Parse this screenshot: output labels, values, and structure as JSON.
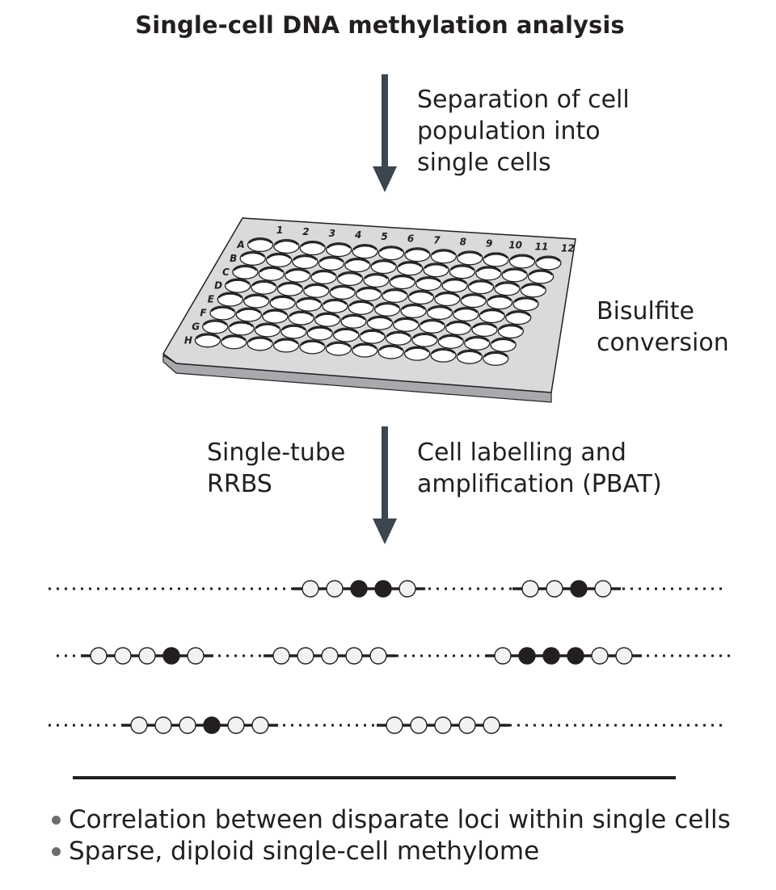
{
  "header": {
    "title": "Single-cell DNA methylation analysis"
  },
  "steps": {
    "separation_lines": [
      "Separation of cell",
      "population into",
      "single cells"
    ],
    "bisulfite_lines": [
      "Bisulfite",
      "conversion"
    ],
    "rrbs_lines": [
      "Single-tube",
      "RRBS"
    ],
    "labelling_lines": [
      "Cell labelling and",
      "amplification (PBAT)"
    ]
  },
  "plate": {
    "columns": [
      "1",
      "2",
      "3",
      "4",
      "5",
      "6",
      "7",
      "8",
      "9",
      "10",
      "11",
      "12"
    ],
    "rows": [
      "A",
      "B",
      "C",
      "D",
      "E",
      "F",
      "G",
      "H"
    ]
  },
  "methylome_tracks": [
    {
      "segments": [
        {
          "beads": [
            "unmethylated",
            "unmethylated",
            "methylated",
            "methylated",
            "unmethylated"
          ]
        },
        {
          "beads": [
            "unmethylated",
            "unmethylated",
            "methylated",
            "unmethylated"
          ]
        }
      ]
    },
    {
      "segments": [
        {
          "beads": [
            "unmethylated",
            "unmethylated",
            "unmethylated",
            "methylated",
            "unmethylated"
          ]
        },
        {
          "beads": [
            "unmethylated",
            "unmethylated",
            "unmethylated",
            "unmethylated",
            "unmethylated"
          ]
        },
        {
          "beads": [
            "unmethylated",
            "methylated",
            "methylated",
            "methylated",
            "unmethylated",
            "unmethylated"
          ]
        }
      ]
    },
    {
      "segments": [
        {
          "beads": [
            "unmethylated",
            "unmethylated",
            "unmethylated",
            "methylated",
            "unmethylated",
            "unmethylated"
          ]
        },
        {
          "beads": [
            "unmethylated",
            "unmethylated",
            "unmethylated",
            "unmethylated",
            "unmethylated"
          ]
        }
      ]
    }
  ],
  "findings": [
    "Correlation between disparate loci within single cells",
    "Sparse, diploid single-cell methylome"
  ],
  "colors": {
    "arrow": "#3b4650",
    "text": "#231f20",
    "methylated": "#231f20",
    "unmethylated": "#f2f2f2",
    "plate_top": "#d9dadb",
    "plate_side": "#a7a9ac"
  }
}
